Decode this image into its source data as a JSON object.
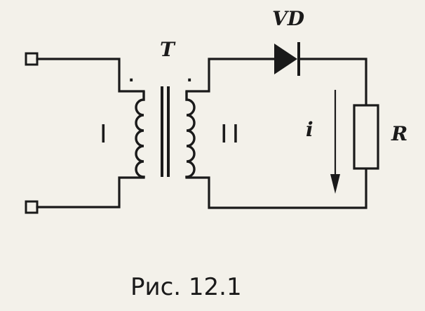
{
  "figure": {
    "caption": "Рис. 12.1",
    "labels": {
      "transformer": "T",
      "diode": "VD",
      "current": "i",
      "resistor": "R",
      "primary": "I",
      "secondary": "II"
    },
    "polarity_mark": "."
  }
}
